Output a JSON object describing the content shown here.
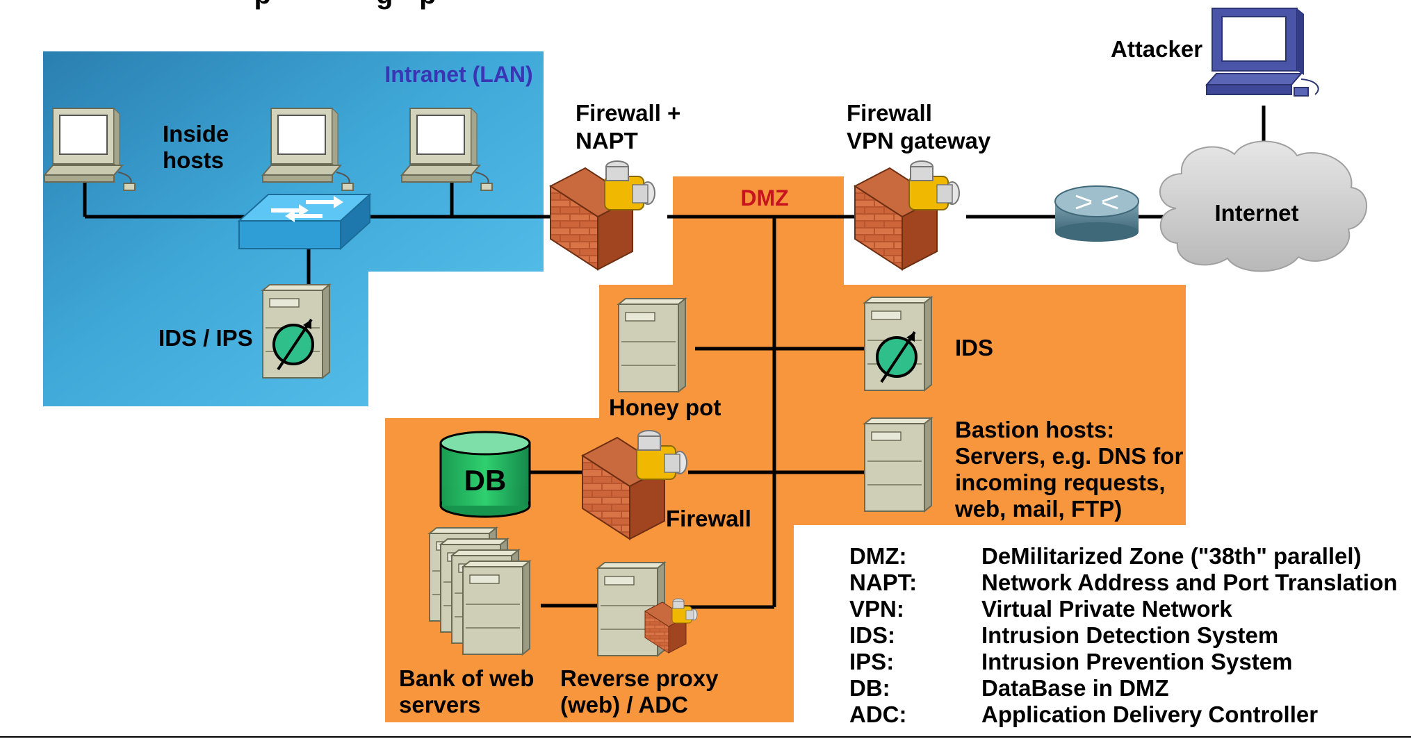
{
  "header": {
    "title_fragment": "·· ·· p·· ·· ·· ·· g·· p"
  },
  "zones": {
    "lan": {
      "label": "Intranet (LAN)",
      "color": "#4ab8e6"
    },
    "dmz": {
      "label": "DMZ",
      "color": "#f7963d"
    }
  },
  "labels": {
    "inside_hosts": [
      "Inside",
      "hosts"
    ],
    "ids_ips": "IDS / IPS",
    "firewall_napt": [
      "Firewall +",
      "NAPT"
    ],
    "firewall_vpn": [
      "Firewall",
      "VPN gateway"
    ],
    "attacker": "Attacker",
    "internet": "Internet",
    "honey_pot": "Honey pot",
    "ids": "IDS",
    "bastion": [
      "Bastion hosts:",
      "Servers, e.g. DNS for",
      "incoming requests,",
      "web, mail, FTP)"
    ],
    "db": "DB",
    "firewall": "Firewall",
    "bank_web": [
      "Bank of web",
      "servers"
    ],
    "reverse_proxy": [
      "Reverse proxy",
      "(web) / ADC"
    ]
  },
  "legend": [
    {
      "abbr": "DMZ:",
      "text": "DeMilitarized Zone (\"38th\" parallel)"
    },
    {
      "abbr": "NAPT:",
      "text": "Network Address and Port Translation"
    },
    {
      "abbr": "VPN:",
      "text": "Virtual Private Network"
    },
    {
      "abbr": "IDS:",
      "text": "Intrusion Detection System"
    },
    {
      "abbr": "IPS:",
      "text": "Intrusion Prevention System"
    },
    {
      "abbr": "DB:",
      "text": "DataBase in DMZ"
    },
    {
      "abbr": "ADC:",
      "text": "Application Delivery Controller"
    }
  ]
}
